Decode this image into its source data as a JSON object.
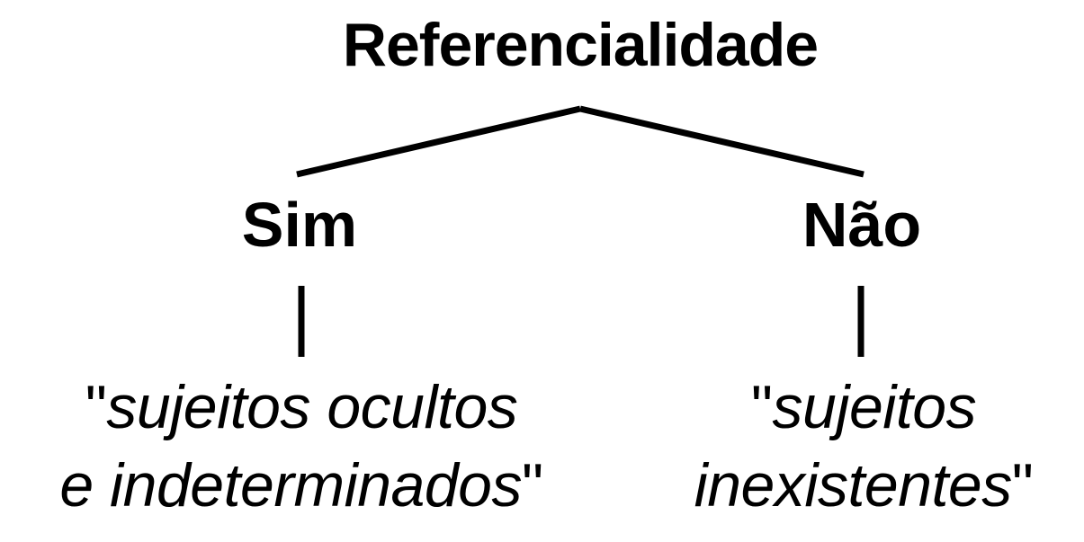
{
  "diagram": {
    "type": "tree",
    "root": {
      "label": "Referencialidade"
    },
    "branches": [
      {
        "label": "Sim",
        "leaf": {
          "open_quote": "\"",
          "line1": "sujeitos ocultos",
          "line2": "e indeterminados",
          "close_quote": "\""
        }
      },
      {
        "label": "Não",
        "leaf": {
          "open_quote": "\"",
          "line1": "sujeitos",
          "line2": "inexistentes",
          "close_quote": "\""
        }
      }
    ],
    "colors": {
      "text": "#000000",
      "lines": "#000000",
      "background": "#ffffff"
    }
  }
}
